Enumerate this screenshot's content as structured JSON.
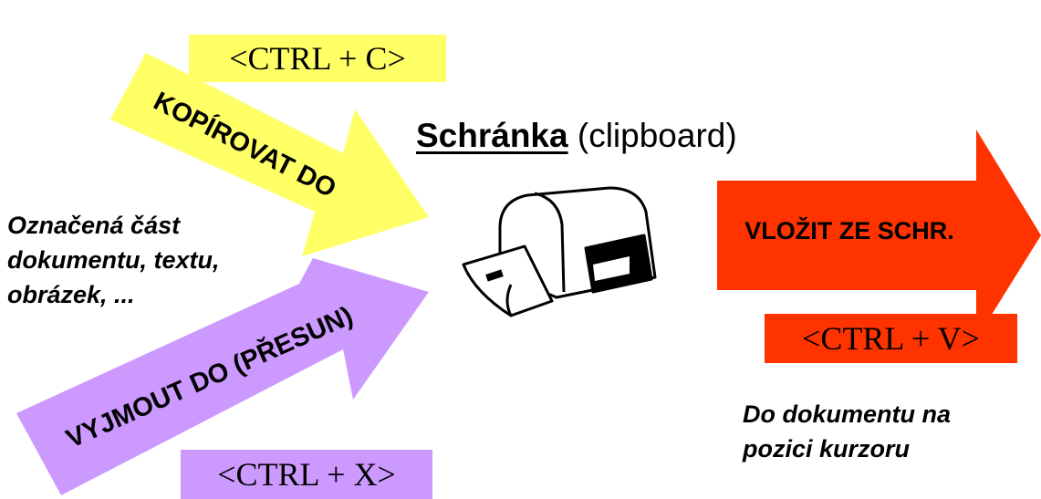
{
  "diagram": {
    "title": {
      "main": "Schránka",
      "sub": "(clipboard)"
    },
    "source": {
      "lines": [
        "Označená část",
        "dokumentu, textu,",
        "obrázek, ..."
      ]
    },
    "copy": {
      "arrow_label": "KOPÍROVAT DO",
      "shortcut": "<CTRL + C>",
      "color": "#ffff66"
    },
    "cut": {
      "arrow_label": "VYJMOUT DO (PŘESUN)",
      "shortcut": "<CTRL + X>",
      "color": "#cc99ff"
    },
    "paste": {
      "arrow_label": "VLOŽIT ZE SCHR.",
      "shortcut": "<CTRL + V>",
      "color": "#ff3300"
    },
    "destination": {
      "lines": [
        "Do dokumentu na",
        "pozici kurzoru"
      ]
    },
    "icon": "mailbox-icon"
  }
}
